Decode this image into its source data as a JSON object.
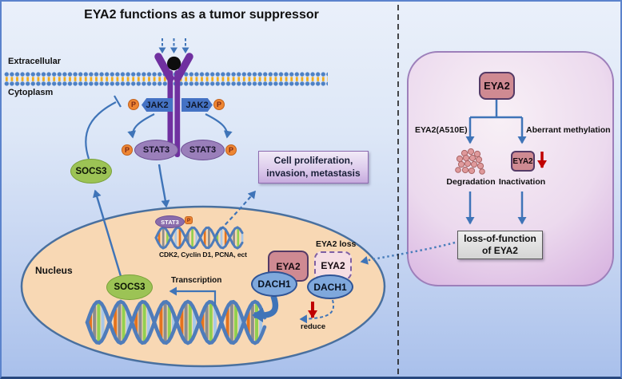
{
  "title": "EYA2 functions as a tumor suppressor",
  "compartments": {
    "extracellular": "Extracellular",
    "cytoplasm": "Cytoplasm",
    "nucleus": "Nucleus"
  },
  "proteins": {
    "jak2": "JAK2",
    "stat3": "STAT3",
    "socs3": "SOCS3",
    "phospho": "P",
    "eya2": "EYA2",
    "dach1": "DACH1"
  },
  "outcome": {
    "line1": "Cell proliferation,",
    "line2": "invasion, metastasis"
  },
  "nucleus_content": {
    "target_genes": "CDK2, Cyclin D1, PCNA, ect",
    "transcription": "Transcription",
    "eya2_loss": "EYA2 loss",
    "reduce": "reduce"
  },
  "right_panel": {
    "eya2": "EYA2",
    "mutation": "EYA2(A510E)",
    "methylation": "Aberrant methylation",
    "degradation": "Degradation",
    "inactivation": "Inactivation",
    "loss_line1": "loss-of-function",
    "loss_line2": "of EYA2"
  },
  "colors": {
    "arrow_blue": "#3f74b8",
    "receptor_purple": "#7030a0",
    "jak2_fill": "#4472c4",
    "stat3_fill": "#9a7fba",
    "socs3_fill": "#9cc355",
    "phospho_fill": "#ee8633",
    "eya2_fill": "#cf8a92",
    "dach1_fill": "#7fa8dc",
    "nucleus_fill": "#f8d8b4",
    "membrane_blue": "#4e81c4",
    "membrane_yellow": "#f0ad1e",
    "alert_red": "#c00000"
  }
}
